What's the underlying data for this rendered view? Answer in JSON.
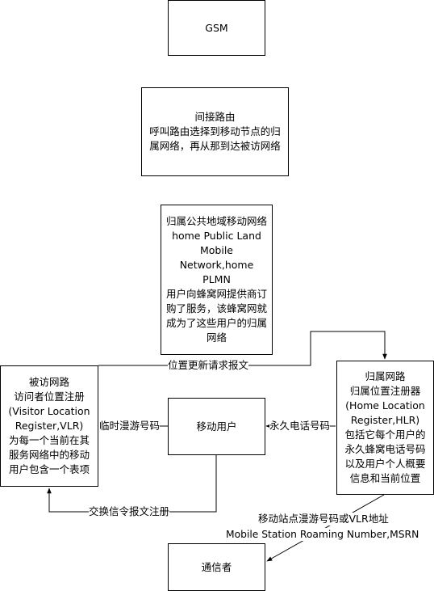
{
  "nodes": {
    "gsm": {
      "lines": [
        "GSM"
      ]
    },
    "indirect": {
      "lines": [
        "间接路由",
        "呼叫路由选择到移动节点的归",
        "属网络，再从那到达被访网络"
      ]
    },
    "home_plmn": {
      "lines": [
        "归属公共地域移动网络",
        "home Public Land",
        "Mobile",
        "Network,home",
        "PLMN",
        "用户向蜂窝网提供商订",
        "购了服务，该蜂窝网就",
        "成为了这些用户的归属",
        "网络"
      ]
    },
    "visited": {
      "lines": [
        "被访网路",
        "访问者位置注册",
        "(Visitor Location",
        "Register,VLR)",
        "为每一个当前在其",
        "服务网络中的移动",
        "用户包含一个表项"
      ]
    },
    "mobile_user": {
      "lines": [
        "移动用户"
      ]
    },
    "home_net": {
      "lines": [
        "归属网路",
        "归属位置注册器",
        "(Home Location",
        "Register,HLR)",
        "包括它每个用户的",
        "永久蜂窝电话号码",
        "以及用户个人概要",
        "信息和当前位置"
      ]
    },
    "correspondent": {
      "lines": [
        "通信者"
      ]
    }
  },
  "edges": {
    "location_update": "位置更新请求报文",
    "temp_roaming": "临时漫游号码",
    "perm_phone": "永久电话号码",
    "exchange_signal": "交换信令报文注册",
    "msrn_line1": "移动站点漫游号码或VLR地址",
    "msrn_line2": "Mobile Station Roaming Number,MSRN"
  }
}
